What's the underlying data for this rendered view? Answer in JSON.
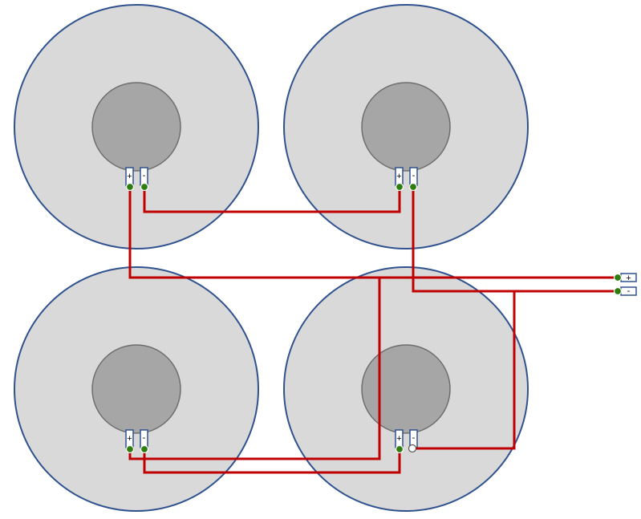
{
  "diagram": {
    "wire_color": "#c00000",
    "connected_dot_color": "#2e7d0e",
    "open_dot_color": "#ffffff",
    "speaker_outer_fill": "#d9d9d9",
    "speaker_outer_stroke": "#2f528f",
    "speaker_inner_fill": "#a6a6a6",
    "speakers": [
      {
        "id": "top-left",
        "plus_label": "+",
        "minus_label": "-"
      },
      {
        "id": "top-right",
        "plus_label": "+",
        "minus_label": "-"
      },
      {
        "id": "bottom-left",
        "plus_label": "+",
        "minus_label": "-"
      },
      {
        "id": "bottom-right",
        "plus_label": "+",
        "minus_label": "-"
      }
    ],
    "output": {
      "plus_label": "+",
      "minus_label": "-"
    }
  }
}
